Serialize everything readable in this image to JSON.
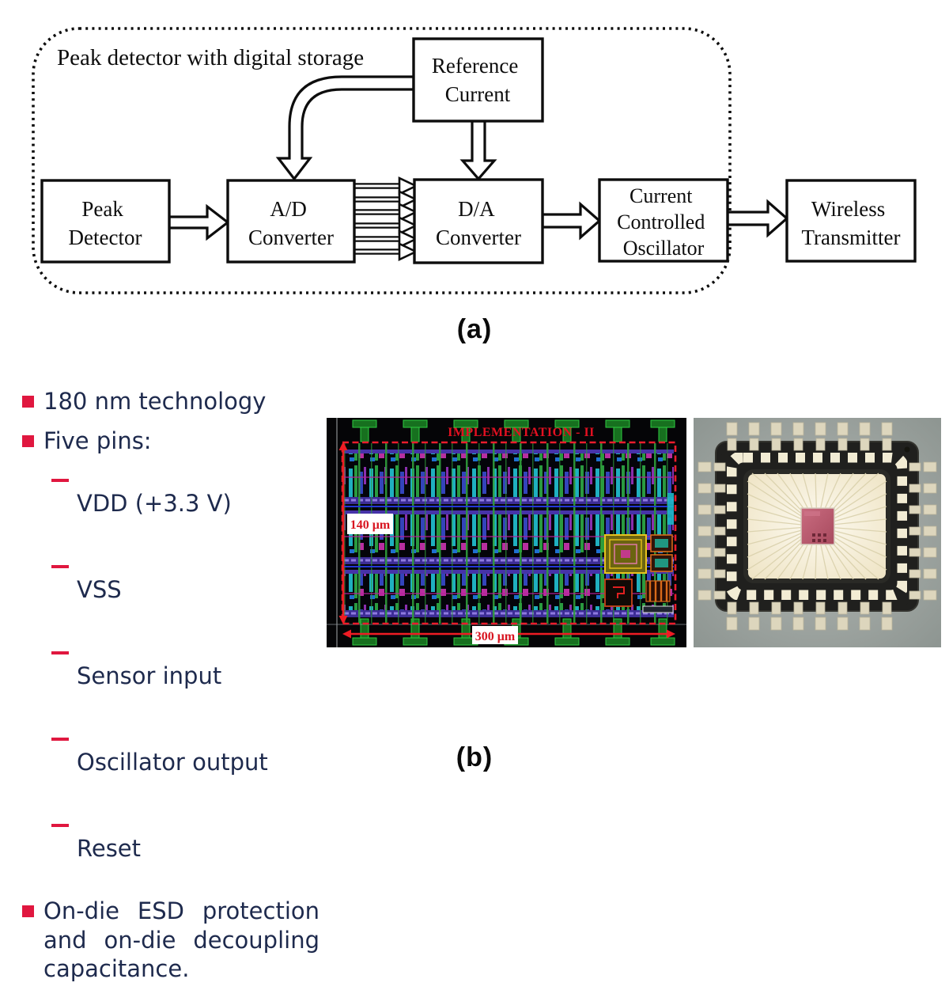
{
  "panel_a": {
    "container_label": "Peak detector with digital storage",
    "caption": "(a)",
    "boxes": {
      "peak_detector": {
        "lines": [
          "Peak",
          "Detector"
        ]
      },
      "ad_converter": {
        "lines": [
          "A/D",
          "Converter"
        ]
      },
      "da_converter": {
        "lines": [
          "D/A",
          "Converter"
        ]
      },
      "reference_current": {
        "lines": [
          "Reference",
          "Current"
        ]
      },
      "current_controlled_oscillator": {
        "lines": [
          "Current",
          "Controlled",
          "Oscillator"
        ]
      },
      "wireless_transmitter": {
        "lines": [
          "Wireless",
          "Transmitter"
        ]
      }
    },
    "bus_arrow_count": 6
  },
  "panel_b": {
    "caption": "(b)",
    "bullets": [
      {
        "level": 1,
        "marker": "square",
        "text": "180 nm technology"
      },
      {
        "level": 1,
        "marker": "square",
        "text": "Five pins:"
      },
      {
        "level": 2,
        "marker": "dash",
        "text": "VDD (+3.3 V)"
      },
      {
        "level": 2,
        "marker": "dash",
        "text": "VSS"
      },
      {
        "level": 2,
        "marker": "dash",
        "text": "Sensor input"
      },
      {
        "level": 2,
        "marker": "dash",
        "text": "Oscillator output"
      },
      {
        "level": 2,
        "marker": "dash",
        "text": "Reset"
      },
      {
        "level": 1,
        "marker": "square",
        "text": "On-die ESD protection and on-die decoupling capacitance."
      }
    ],
    "layout_figure": {
      "title": "IMPLEMENTATION - II",
      "height_label": "140 μm",
      "width_label": "300 μm"
    }
  },
  "colors": {
    "bullet_red": "#e0173f",
    "text_navy": "#1e2a4d",
    "layout_title_red": "#e31021",
    "dimension_red": "#ee1c24",
    "diagram_ink": "#0d0d0d"
  }
}
